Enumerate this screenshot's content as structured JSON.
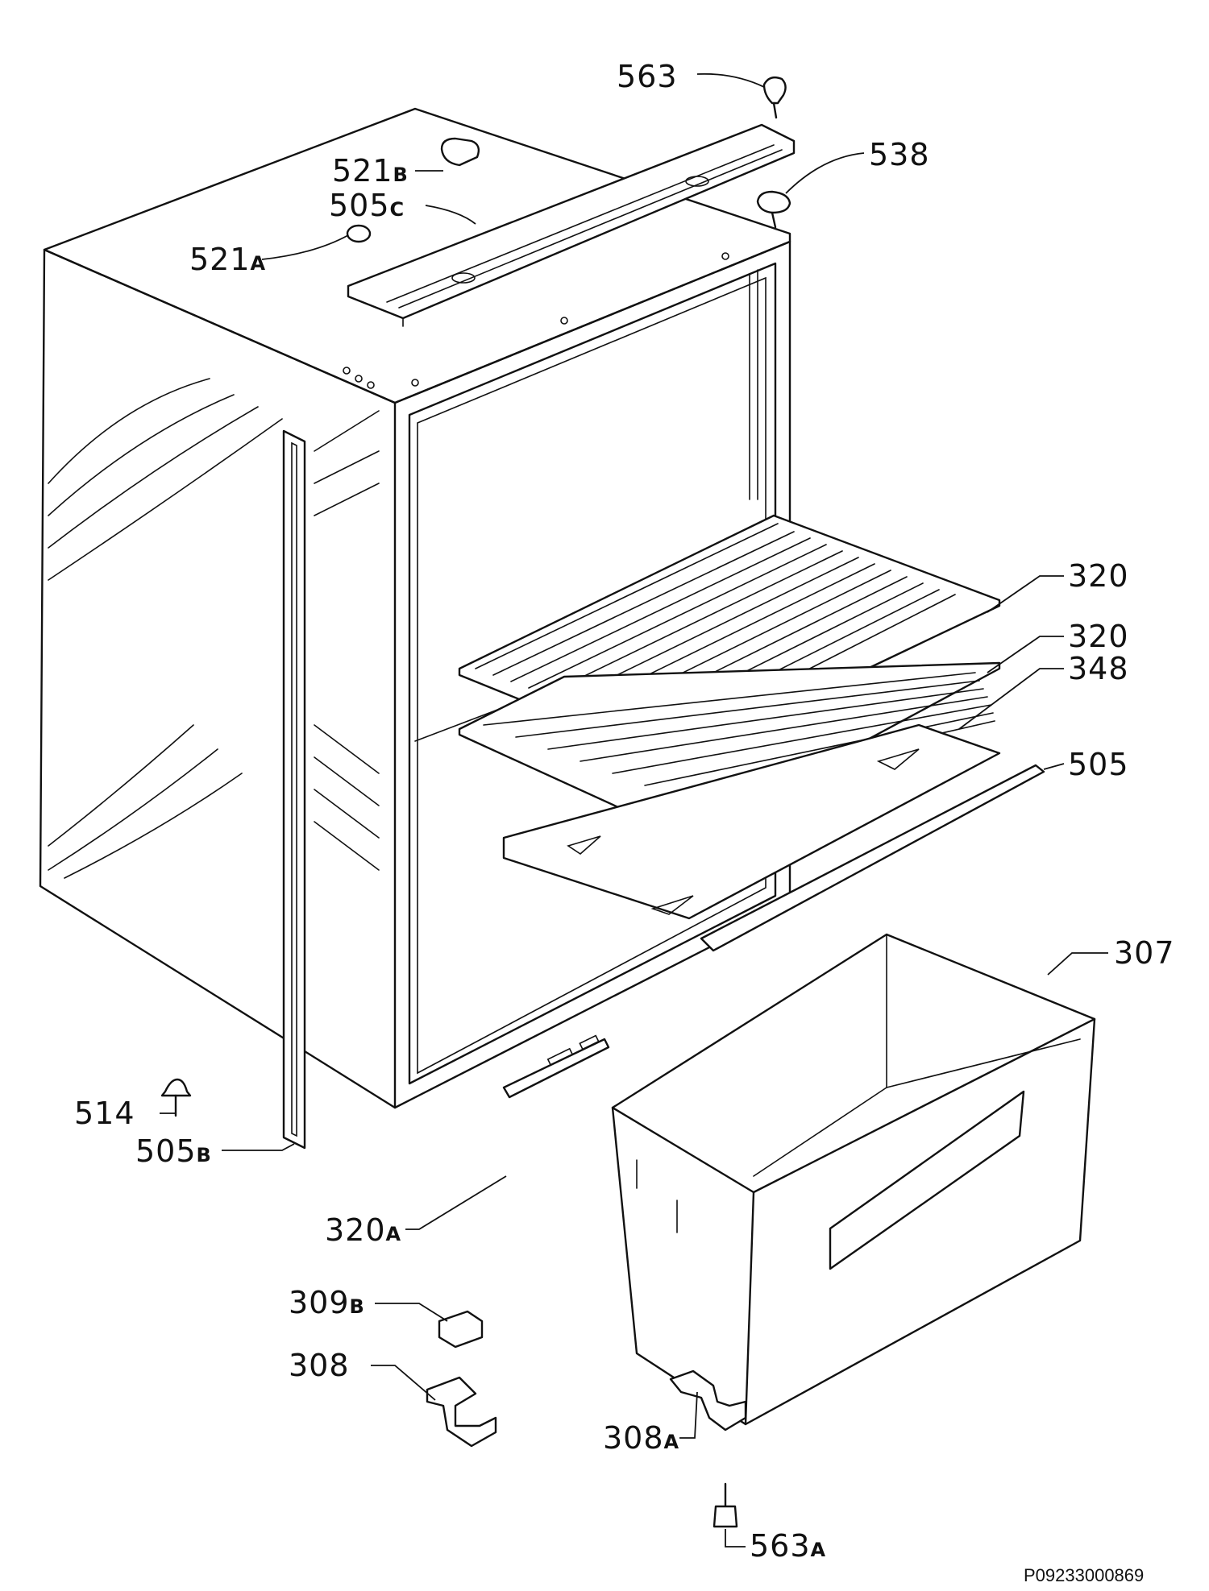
{
  "callouts": [
    {
      "num": "563",
      "suffix": "",
      "part": "screw-top"
    },
    {
      "num": "538",
      "suffix": "",
      "part": "hinge-pin-top"
    },
    {
      "num": "521",
      "suffix": "B",
      "part": "cap-right"
    },
    {
      "num": "505",
      "suffix": "C",
      "part": "top-strip"
    },
    {
      "num": "521",
      "suffix": "A",
      "part": "cap-left"
    },
    {
      "num": "320",
      "suffix": "",
      "part": "shelf-upper"
    },
    {
      "num": "320",
      "suffix": "",
      "part": "shelf-lower"
    },
    {
      "num": "348",
      "suffix": "",
      "part": "glass-shelf"
    },
    {
      "num": "505",
      "suffix": "",
      "part": "trim-strip"
    },
    {
      "num": "307",
      "suffix": "",
      "part": "crisper-drawer"
    },
    {
      "num": "514",
      "suffix": "",
      "part": "foot"
    },
    {
      "num": "505",
      "suffix": "B",
      "part": "side-strip"
    },
    {
      "num": "320",
      "suffix": "A",
      "part": "drawer-rail"
    },
    {
      "num": "309",
      "suffix": "B",
      "part": "hinge-cover"
    },
    {
      "num": "308",
      "suffix": "",
      "part": "hinge-left"
    },
    {
      "num": "308",
      "suffix": "A",
      "part": "hinge-right"
    },
    {
      "num": "563",
      "suffix": "A",
      "part": "hinge-screw"
    }
  ],
  "drawing_code": "P09233000869",
  "colors": {
    "ink": "#111111",
    "paper": "#ffffff"
  }
}
